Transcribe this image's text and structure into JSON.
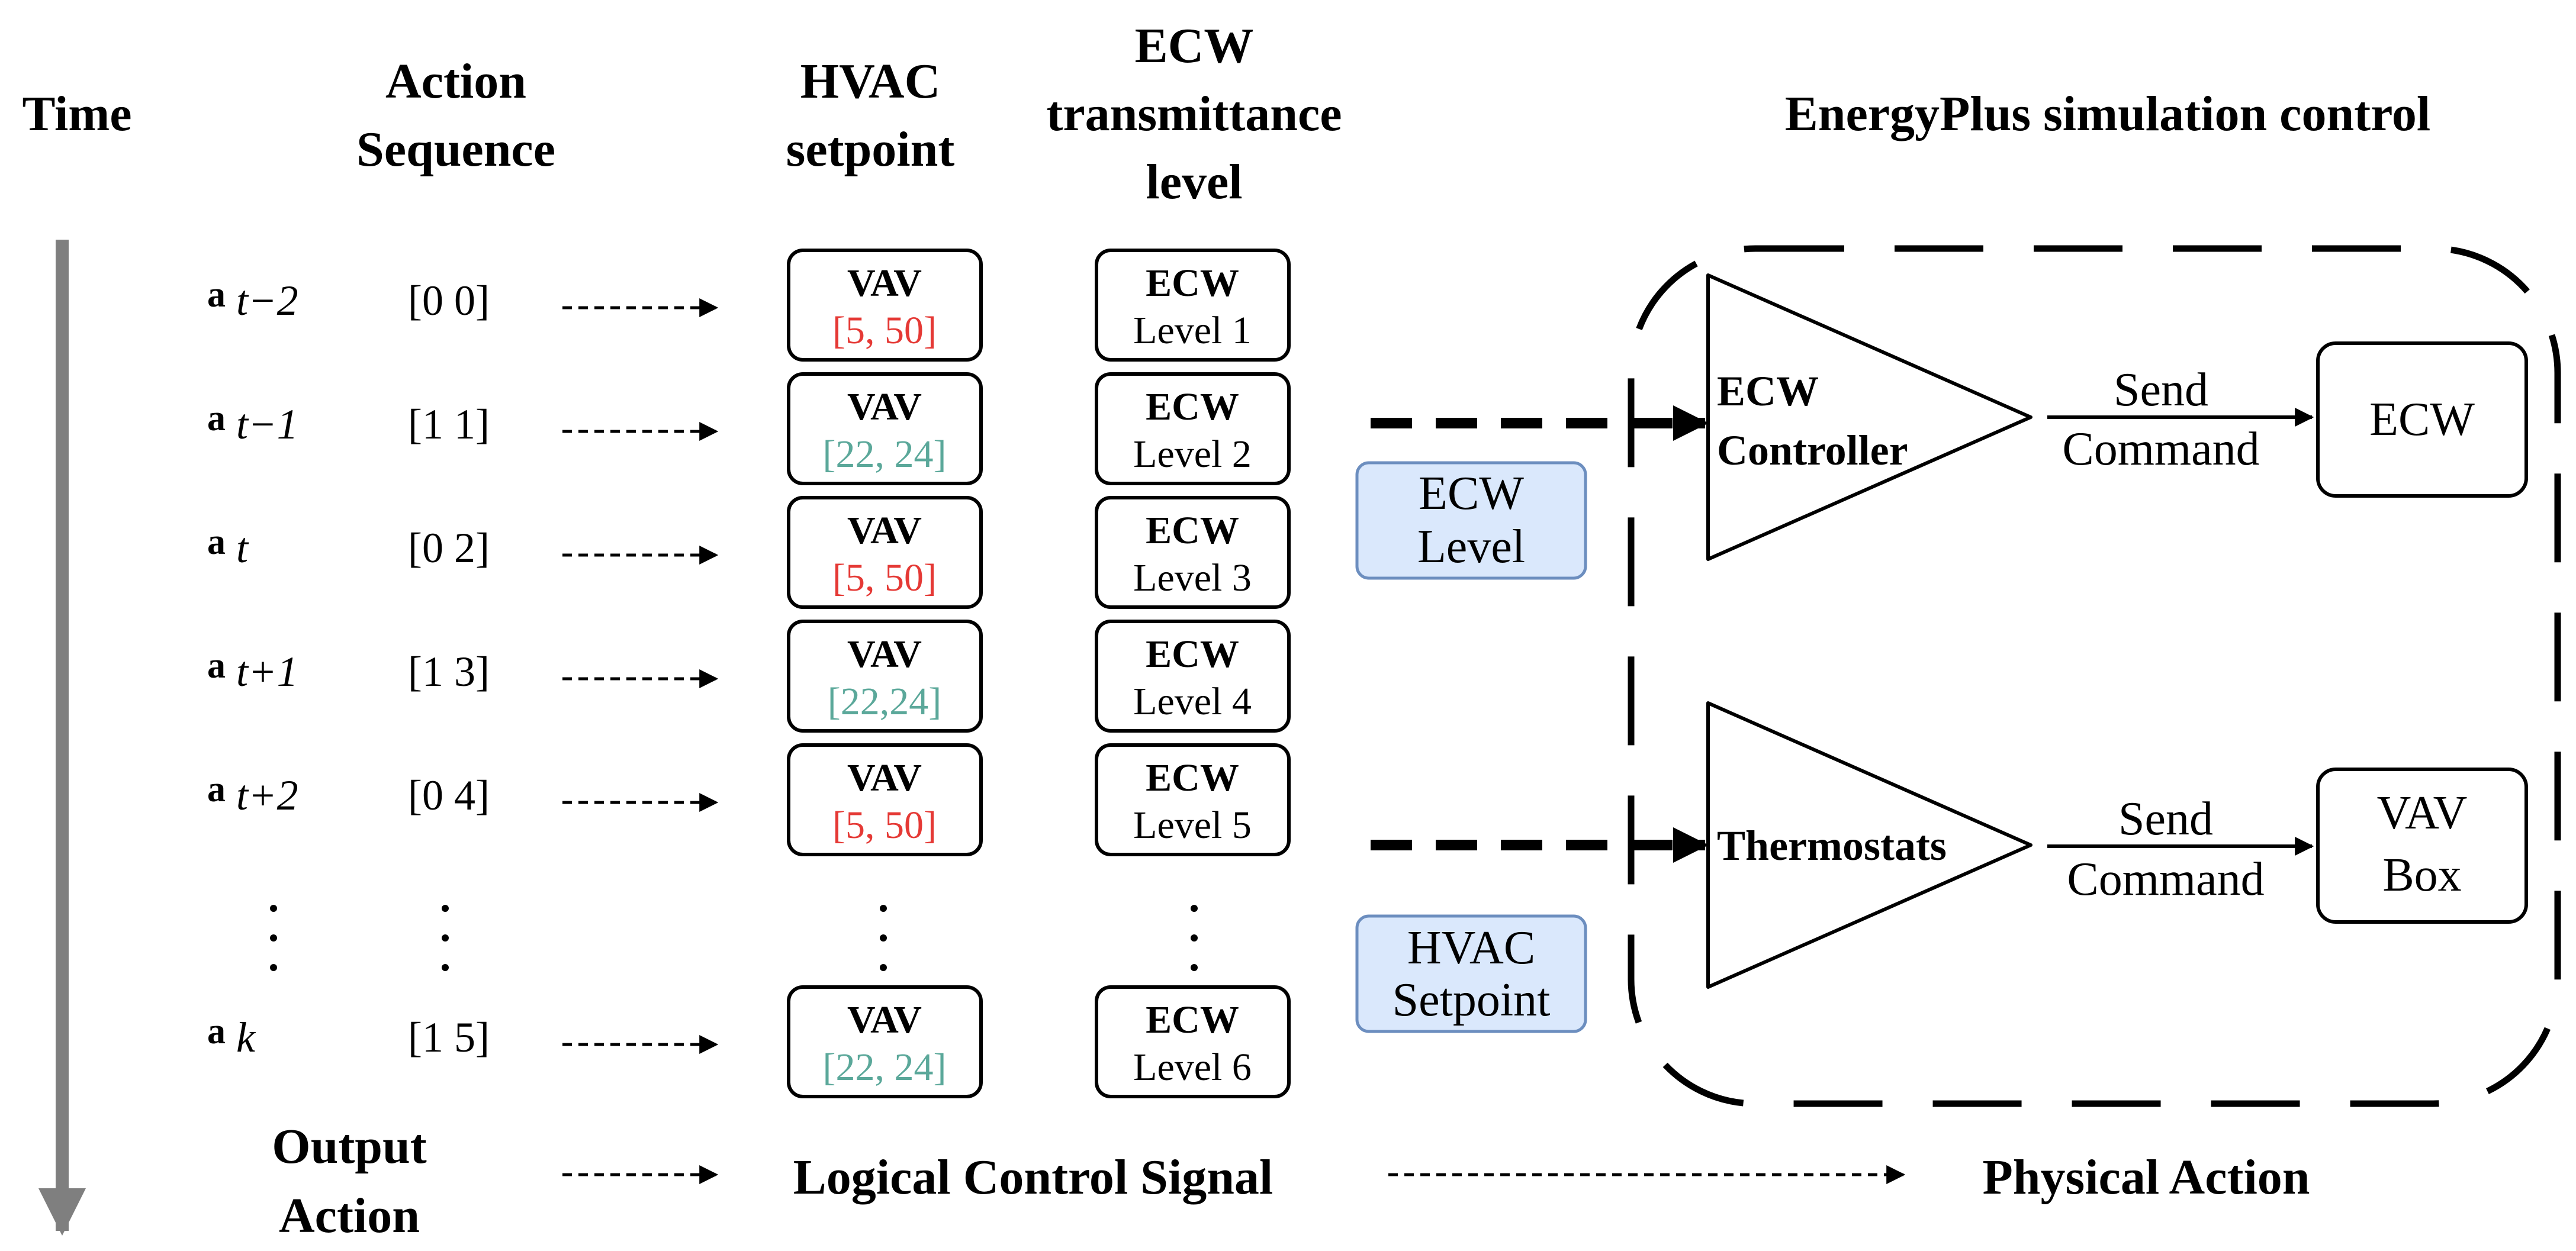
{
  "headers": {
    "time": "Time",
    "action_seq_1": "Action",
    "action_seq_2": "Sequence",
    "hvac_1": "HVAC",
    "hvac_2": "setpoint",
    "ecw_1": "ECW",
    "ecw_2": "transmittance",
    "ecw_3": "level",
    "eplus": "EnergyPlus simulation control"
  },
  "rows": [
    {
      "a": "a",
      "sub": "t−2",
      "seq": "[0 0]",
      "vav": "VAV",
      "range": "[5, 50]",
      "range_color": "#e53935",
      "ecw": "ECW",
      "level": "Level 1"
    },
    {
      "a": "a",
      "sub": "t−1",
      "seq": "[1 1]",
      "vav": "VAV",
      "range": "[22, 24]",
      "range_color": "#5ba89a",
      "ecw": "ECW",
      "level": "Level 2"
    },
    {
      "a": "a",
      "sub": "t",
      "seq": "[0 2]",
      "vav": "VAV",
      "range": "[5, 50]",
      "range_color": "#e53935",
      "ecw": "ECW",
      "level": "Level 3"
    },
    {
      "a": "a",
      "sub": "t+1",
      "seq": "[1 3]",
      "vav": "VAV",
      "range": "[22,24]",
      "range_color": "#5ba89a",
      "ecw": "ECW",
      "level": "Level 4"
    },
    {
      "a": "a",
      "sub": "t+2",
      "seq": "[0 4]",
      "vav": "VAV",
      "range": "[5, 50]",
      "range_color": "#e53935",
      "ecw": "ECW",
      "level": "Level 5"
    }
  ],
  "last_row": {
    "a": "a",
    "sub": "k",
    "seq": "[1 5]",
    "vav": "VAV",
    "range": "[22, 24]",
    "range_color": "#5ba89a",
    "ecw": "ECW",
    "level": "Level 6"
  },
  "labels": {
    "ecw_level_1": "ECW",
    "ecw_level_2": "Level",
    "hvac_setpoint_1": "HVAC",
    "hvac_setpoint_2": "Setpoint"
  },
  "controllers": {
    "ecw_ctrl_1": "ECW",
    "ecw_ctrl_2": "Controller",
    "thermostats": "Thermostats",
    "send_1": "Send",
    "command_1": "Command",
    "send_2": "Send",
    "command_2": "Command",
    "ecw_out": "ECW",
    "vav_out_1": "VAV",
    "vav_out_2": "Box"
  },
  "footer": {
    "output_1": "Output",
    "output_2": "Action",
    "logical": "Logical Control Signal",
    "physical": "Physical Action"
  },
  "colors": {
    "label_fill": "#dae8fc",
    "label_stroke": "#6c8ebf",
    "time_axis": "#7f7f7f"
  }
}
